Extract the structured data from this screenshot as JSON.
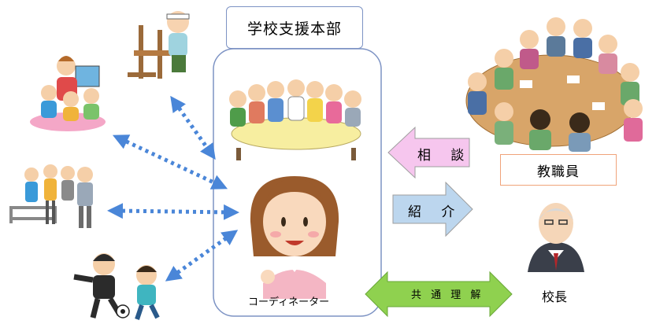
{
  "title": "学校支援本部",
  "coordinator_label": "コーディネーター",
  "staff_label": "教職員",
  "principal_label": "校長",
  "arrows": {
    "consult": "相 談",
    "introduce": "紹 介",
    "mutual_understanding": "共 通 理 解"
  },
  "colors": {
    "frame_border": "#7d93c4",
    "consult_arrow": "#f6c6ee",
    "introduce_arrow": "#bcd6ee",
    "understanding_arrow": "#8fd14f",
    "dotted_arrow": "#4a86d8",
    "staff_box_border": "#f0a37a"
  },
  "icons": [
    "teacher-carpentry-icon",
    "reading-to-children-icon",
    "crossing-guard-icon",
    "soccer-kids-icon",
    "support-meeting-icon",
    "coordinator-woman-icon",
    "staff-meeting-icon",
    "principal-icon"
  ]
}
